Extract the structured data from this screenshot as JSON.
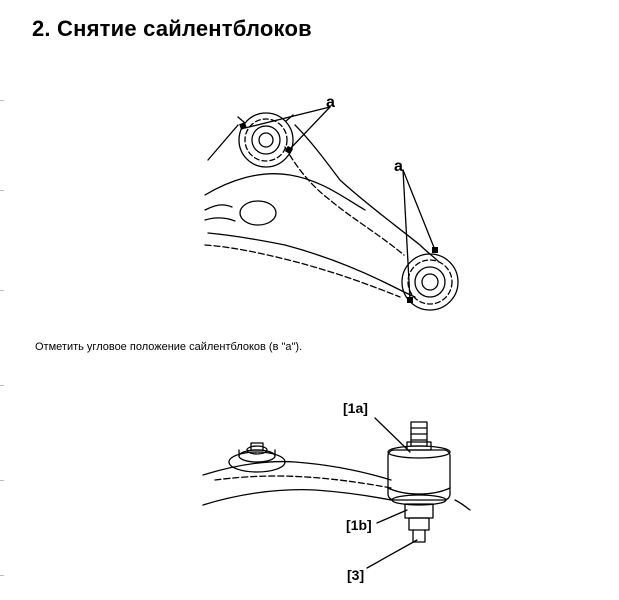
{
  "section": {
    "title": "2. Снятие сайлентблоков"
  },
  "figure1": {
    "marker_top": "a",
    "marker_right": "a"
  },
  "caption": "Отметить угловое положение сайлентблоков (в \"a\").",
  "figure2": {
    "callout_1a": "[1a]",
    "callout_1b": "[1b]",
    "callout_3": "[3]"
  }
}
